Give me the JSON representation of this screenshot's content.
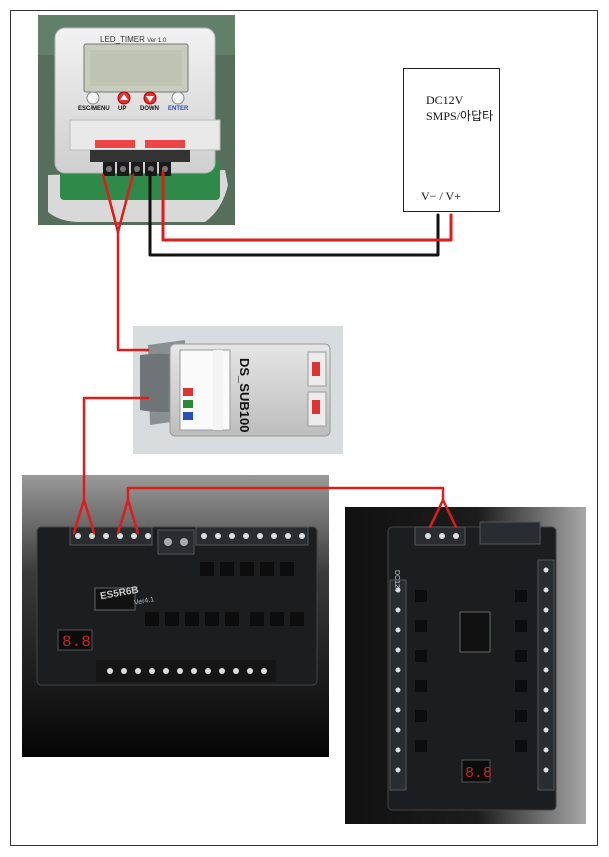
{
  "timer": {
    "brand": "LED_TIMER",
    "version": "Ver 1.0",
    "buttons": {
      "esc": "ESC/MENU",
      "up": "UP",
      "down": "DOWN",
      "enter": "ENTER"
    },
    "lcd_color": "#c8ccbd"
  },
  "power_supply": {
    "line1": "DC12V",
    "line2": "SMPS/아답타",
    "terminals": "V− / V+"
  },
  "sub_module": {
    "model": "DS_SUB100"
  },
  "controller_a": {
    "model": "ES5R6B",
    "version": "Ver4.1"
  },
  "controller_b": {
    "label": "DC12V"
  },
  "colors": {
    "wire_red": "#e01b1b",
    "wire_black": "#111111",
    "pcb": "#1b1d1f",
    "terminal_green": "#2a8a3a"
  }
}
